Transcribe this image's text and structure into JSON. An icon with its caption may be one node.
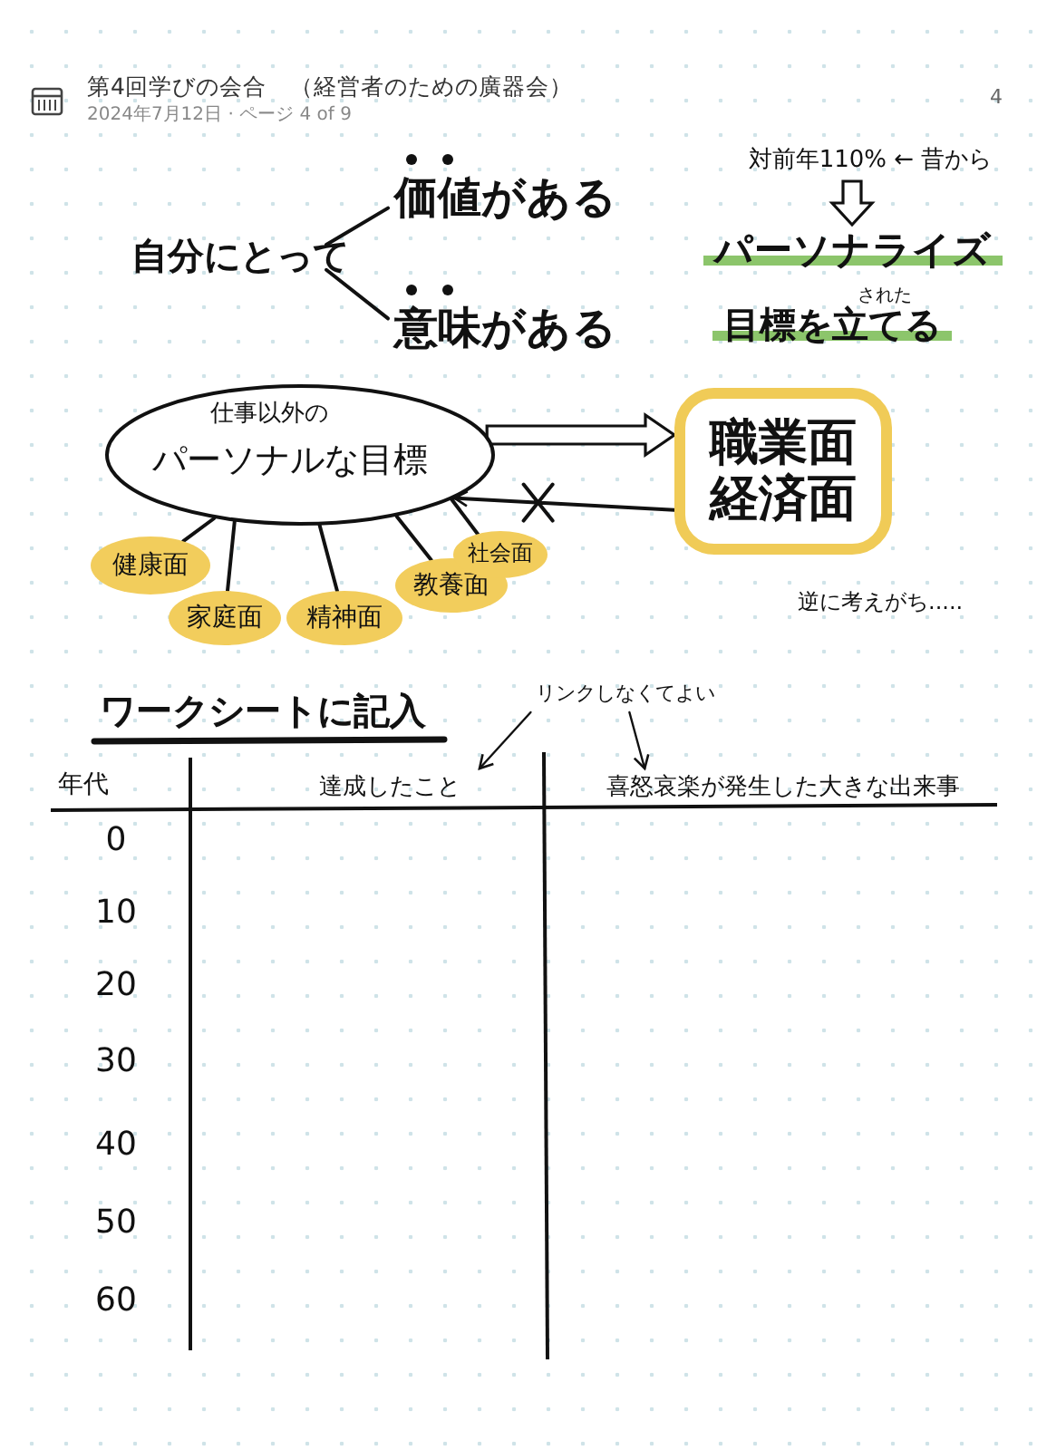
{
  "diagram": {
    "title": "第4回学びの会合　（経営者のための廣器会）",
    "nodes": [
      {
        "text": [
          "自分にとって"
        ]
      },
      {
        "text": [
          "価値がある"
        ]
      },
      {
        "text": [
          "意味がある"
        ]
      },
      {
        "text": [
          "対前年110% ← 昔から"
        ]
      },
      {
        "text": [
          "パーソナライズ",
          "された",
          "目標を立てる"
        ]
      },
      {
        "text": [
          "仕事以外の",
          "パーソナルな目標"
        ]
      },
      {
        "text": [
          "健康面"
        ]
      },
      {
        "text": [
          "家庭面"
        ]
      },
      {
        "text": [
          "精神面"
        ]
      },
      {
        "text": [
          "教養面"
        ]
      },
      {
        "text": [
          "社会面"
        ]
      },
      {
        "text": [
          "職業面",
          "経済面"
        ]
      },
      {
        "text": [
          "リンクしなくてよい"
        ]
      },
      {
        "text": [
          "達成したこと"
        ]
      },
      {
        "text": [
          "喜怒哀楽が発生した大きな出来事"
        ]
      }
    ],
    "edges": [
      {
        "from": 0,
        "to": 1,
        "arrow": "none"
      },
      {
        "from": 0,
        "to": 2,
        "arrow": "none"
      },
      {
        "from": 3,
        "to": 4,
        "arrow": "to"
      },
      {
        "from": 5,
        "to": 6,
        "arrow": "none"
      },
      {
        "from": 5,
        "to": 7,
        "arrow": "none"
      },
      {
        "from": 5,
        "to": 8,
        "arrow": "none"
      },
      {
        "from": 5,
        "to": 9,
        "arrow": "none"
      },
      {
        "from": 5,
        "to": 10,
        "arrow": "none"
      },
      {
        "from": 5,
        "to": 11,
        "arrow": "to"
      },
      {
        "from": 11,
        "to": 5,
        "arrow": "to"
      },
      {
        "from": 12,
        "to": 13,
        "arrow": "to"
      },
      {
        "from": 12,
        "to": 14,
        "arrow": "to"
      }
    ],
    "labels": [
      "2024年7月12日 · ページ 4 of 9",
      "4",
      "逆に考えがち.....",
      "ワークシートに記入",
      "年代",
      "0",
      "10",
      "20",
      "30",
      "40",
      "50",
      "60"
    ]
  }
}
